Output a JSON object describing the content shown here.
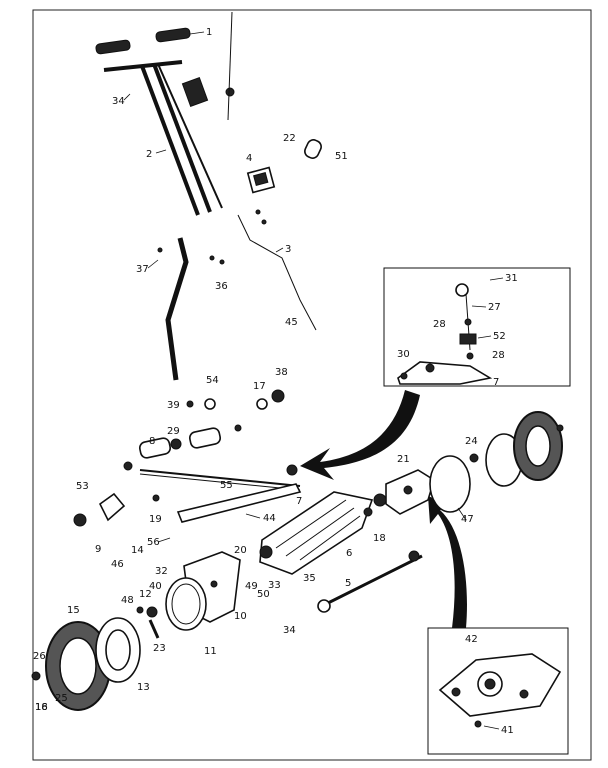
{
  "diagram": {
    "callouts": [
      "1",
      "2",
      "3",
      "4",
      "5",
      "6",
      "7",
      "7",
      "8",
      "9",
      "10",
      "11",
      "12",
      "13",
      "14",
      "15",
      "16",
      "17",
      "18",
      "18",
      "19",
      "20",
      "21",
      "22",
      "23",
      "24",
      "25",
      "26",
      "27",
      "28",
      "28",
      "29",
      "30",
      "31",
      "32",
      "33",
      "34",
      "34",
      "35",
      "36",
      "37",
      "38",
      "39",
      "40",
      "41",
      "42",
      "44",
      "45",
      "46",
      "47",
      "48",
      "49",
      "50",
      "51",
      "52",
      "53",
      "54",
      "55",
      "56"
    ]
  }
}
